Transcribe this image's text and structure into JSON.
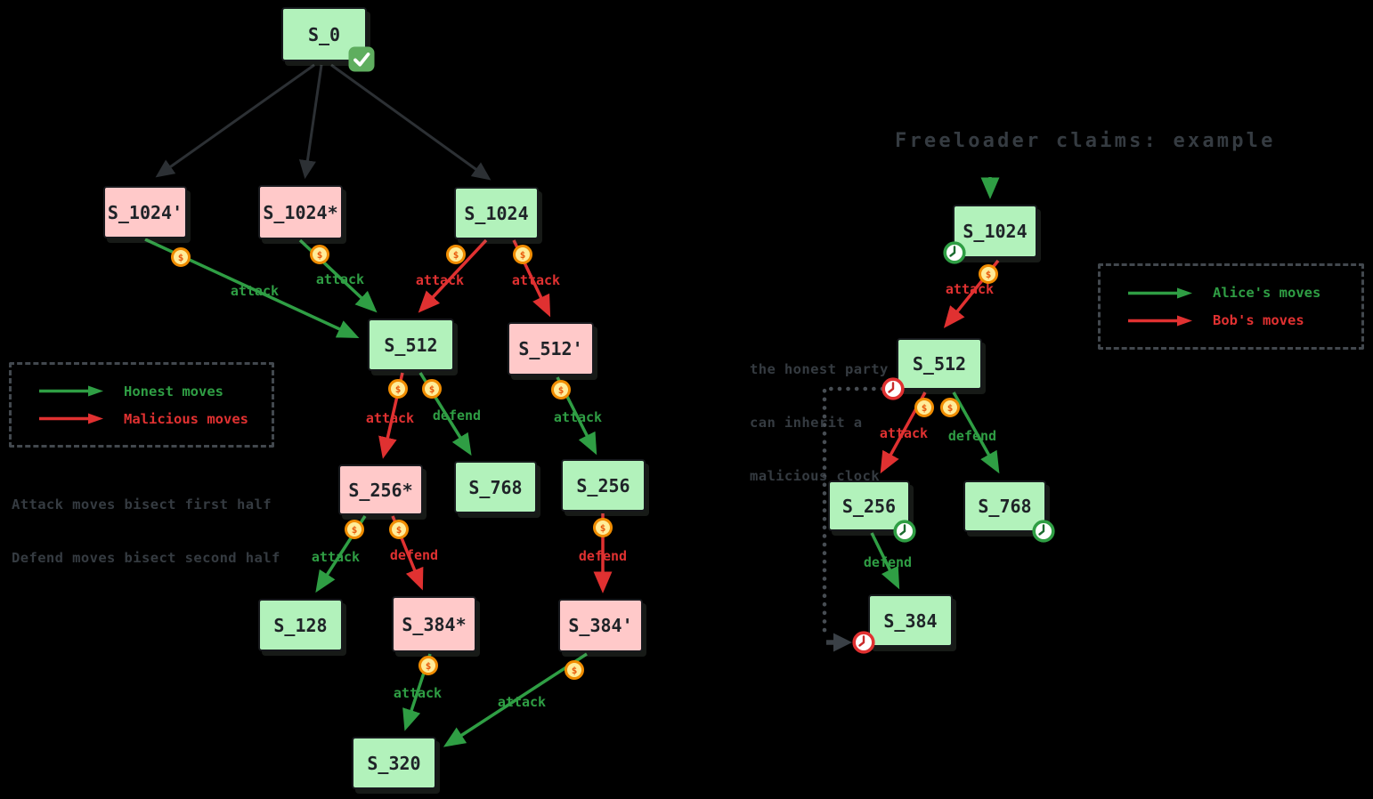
{
  "colors": {
    "background": "#000000",
    "node_green": "#b2f2bb",
    "node_pink": "#ffc9c9",
    "honest_green": "#2f9e44",
    "malicious_red": "#e03131",
    "neutral_edge_dark": "#2c3034",
    "coin_ring_orange": "#f08c00",
    "coin_fill_yellow": "#ffec99",
    "muted_text_gray": "#353b41",
    "check_badge_green": "#5fae5f"
  },
  "icons": {
    "coin_symbol": "$"
  },
  "left_tree": {
    "nodes": [
      {
        "label": "S_0",
        "variant": "green",
        "badge": "check"
      },
      {
        "label": "S_1024'",
        "variant": "pink"
      },
      {
        "label": "S_1024*",
        "variant": "pink"
      },
      {
        "label": "S_1024",
        "variant": "green"
      },
      {
        "label": "S_512",
        "variant": "green"
      },
      {
        "label": "S_512'",
        "variant": "pink"
      },
      {
        "label": "S_256*",
        "variant": "pink"
      },
      {
        "label": "S_768",
        "variant": "green"
      },
      {
        "label": "S_256",
        "variant": "green"
      },
      {
        "label": "S_128",
        "variant": "green"
      },
      {
        "label": "S_384*",
        "variant": "pink"
      },
      {
        "label": "S_384'",
        "variant": "pink"
      },
      {
        "label": "S_320",
        "variant": "green"
      }
    ],
    "edge_labels": [
      {
        "text": "attack",
        "kind": "honest",
        "from": "S_1024'",
        "to": "S_512"
      },
      {
        "text": "attack",
        "kind": "honest",
        "from": "S_1024*",
        "to": "S_512"
      },
      {
        "text": "attack",
        "kind": "malicious",
        "from": "S_1024",
        "to": "S_512"
      },
      {
        "text": "attack",
        "kind": "malicious",
        "from": "S_1024",
        "to": "S_512'"
      },
      {
        "text": "attack",
        "kind": "malicious",
        "from": "S_512",
        "to": "S_256*"
      },
      {
        "text": "defend",
        "kind": "honest",
        "from": "S_512",
        "to": "S_768"
      },
      {
        "text": "attack",
        "kind": "honest",
        "from": "S_512'",
        "to": "S_256"
      },
      {
        "text": "attack",
        "kind": "honest",
        "from": "S_256*",
        "to": "S_128"
      },
      {
        "text": "defend",
        "kind": "malicious",
        "from": "S_256*",
        "to": "S_384*"
      },
      {
        "text": "defend",
        "kind": "malicious",
        "from": "S_256",
        "to": "S_384'"
      },
      {
        "text": "attack",
        "kind": "honest",
        "from": "S_384*",
        "to": "S_320"
      },
      {
        "text": "attack",
        "kind": "honest",
        "from": "S_384'",
        "to": "S_320"
      }
    ],
    "legend": {
      "honest_label": "Honest moves",
      "malicious_label": "Malicious moves"
    },
    "notes": {
      "line1": "Attack moves bisect first half",
      "line2": "Defend moves bisect second half"
    }
  },
  "right_panel": {
    "title": "Freeloader claims: example",
    "nodes": [
      {
        "label": "S_1024",
        "variant": "green",
        "clock": "green"
      },
      {
        "label": "S_512",
        "variant": "green",
        "clock": "red"
      },
      {
        "label": "S_256",
        "variant": "green",
        "clock": "green"
      },
      {
        "label": "S_768",
        "variant": "green",
        "clock": "green"
      },
      {
        "label": "S_384",
        "variant": "green",
        "clock": "red"
      }
    ],
    "edge_labels": [
      {
        "text": "attack",
        "kind": "malicious",
        "from": "S_1024",
        "to": "S_512"
      },
      {
        "text": "attack",
        "kind": "malicious",
        "from": "S_512",
        "to": "S_256"
      },
      {
        "text": "defend",
        "kind": "honest",
        "from": "S_512",
        "to": "S_768"
      },
      {
        "text": "defend",
        "kind": "honest",
        "from": "S_256",
        "to": "S_384"
      }
    ],
    "legend": {
      "alice_label": "Alice's moves",
      "bob_label": "Bob's moves"
    },
    "note": {
      "line1": "the honest party",
      "line2": "can inherit a",
      "line3": "malicious clock"
    }
  }
}
